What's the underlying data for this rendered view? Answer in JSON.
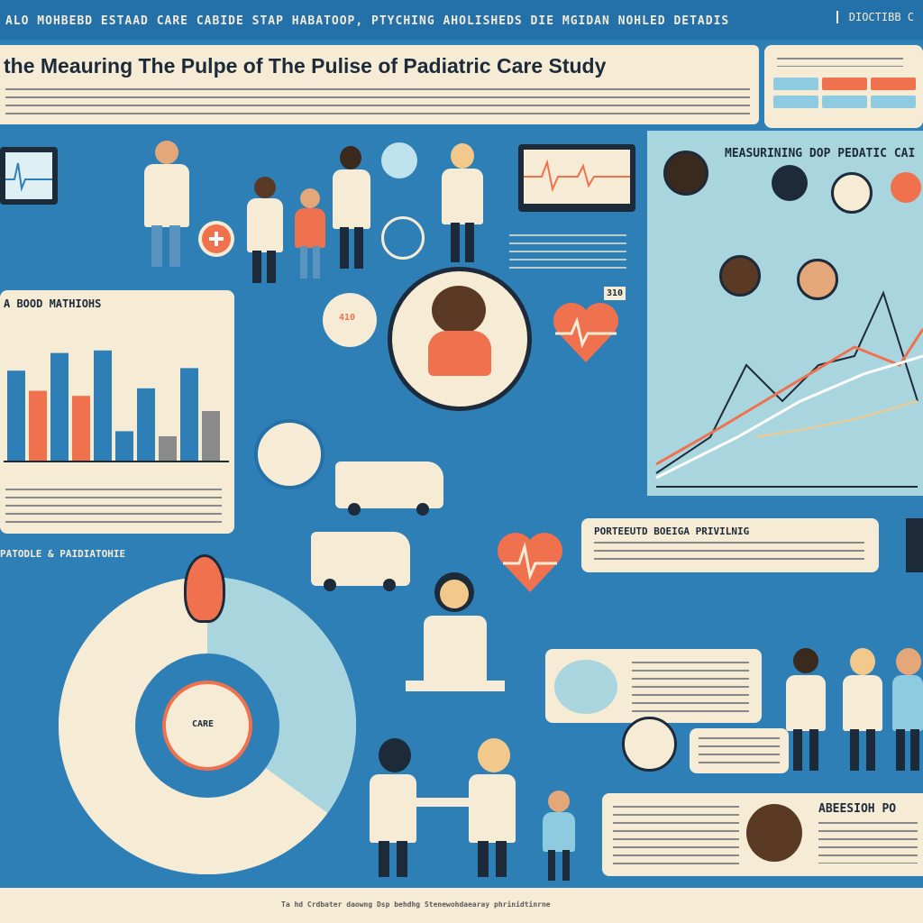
{
  "header": {
    "top_banner": "ALO MOHBEBD ESTAAD CARE CABIDE STAP HABATOOP, PTYCHING AHOLISHEDS DIE MGIDAN NOHLED DETADIS",
    "top_right": "DIOCTIBB C",
    "title": "the Meauring The Pulpe of The Pulise of Padiatric Care Study"
  },
  "sections": {
    "bar_title": "A BOOD MATHIOHS",
    "side_left_title": "PATODLE & PAIDIATOHIE",
    "right_chart_title": "MEASURINING DOP PEDATIC CAI",
    "profile_title": "PORTEEUTD BOEIGA PRIVILNIG",
    "assessment_title": "ABEESIOH PO",
    "center_circle_label": "CARE",
    "vital_tag": "410",
    "monitor_tag": "310"
  },
  "colors": {
    "background": "#2e7fb6",
    "panel": "#f6ecd6",
    "accent_orange": "#f0714e",
    "dark": "#1d2a3a",
    "light_blue": "#a9d6de"
  },
  "chart_data": {
    "type": "bar",
    "categories": [],
    "series": [
      {
        "values": [
          36,
          28,
          43,
          26,
          44,
          12,
          29,
          10,
          37,
          20
        ]
      }
    ],
    "ylim": [
      0,
      50
    ]
  },
  "footer": {
    "note": "Ta hd Crdbater daowng Dsp behdhg Stenewohdaearay phrinidtinrne"
  }
}
